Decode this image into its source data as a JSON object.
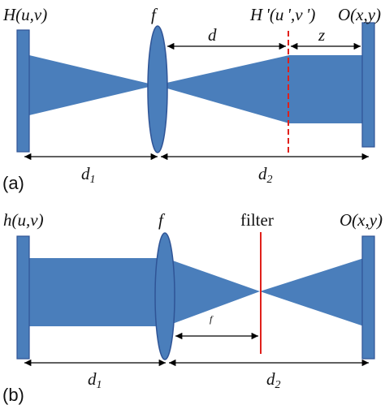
{
  "colors": {
    "beam": "#4a7ebb",
    "element": "#4a7ebb",
    "element_edge": "#2f5496",
    "dashed_plane": "#e0201b",
    "filter_line": "#e0201b",
    "arrow": "#000000"
  },
  "panel_a": {
    "panel_label": "(a)",
    "hologram_label": "H(u,v)",
    "lens_label": "f",
    "image_plane_label": "H '(u ',v ')",
    "object_label": "O(x,y)",
    "d_label": "d",
    "z_label": "z",
    "d1_main": "d",
    "d1_sub": "1",
    "d2_main": "d",
    "d2_sub": "2"
  },
  "panel_b": {
    "panel_label": "(b)",
    "hologram_label": "h(u,v)",
    "lens_label": "f",
    "filter_label": "filter",
    "object_label": "O(x,y)",
    "focal_label": "f",
    "d1_main": "d",
    "d1_sub": "1",
    "d2_main": "d",
    "d2_sub": "2"
  }
}
